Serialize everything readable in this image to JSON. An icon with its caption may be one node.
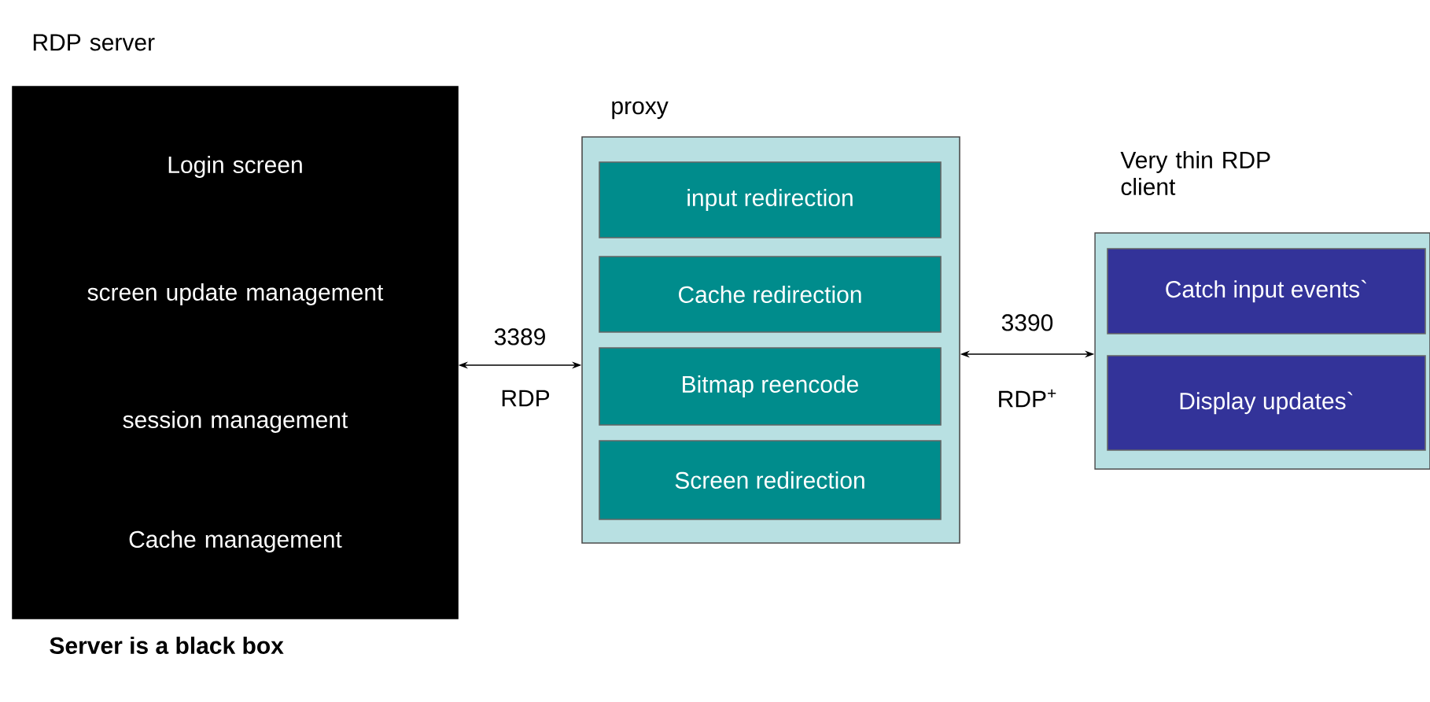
{
  "diagram": {
    "caption": "Server is a black box",
    "nodes": [
      {
        "text": [
          "RDP server",
          "Login screen",
          "screen update management",
          "session management",
          "Cache management"
        ]
      },
      {
        "text": [
          "proxy"
        ]
      },
      {
        "text": [
          "input redirection"
        ],
        "in": 1
      },
      {
        "text": [
          "Cache redirection"
        ],
        "in": 1
      },
      {
        "text": [
          "Bitmap reencode"
        ],
        "in": 1
      },
      {
        "text": [
          "Screen redirection"
        ],
        "in": 1
      },
      {
        "text": [
          "Very thin RDP client"
        ]
      },
      {
        "text": [
          "Catch input events`"
        ],
        "in": 6
      },
      {
        "text": [
          "Display updates`"
        ],
        "in": 6
      }
    ],
    "edges": [
      {
        "from": 0,
        "to": 1,
        "arrow": "both",
        "label": "3389"
      },
      {
        "from": 1,
        "to": 6,
        "arrow": "both",
        "label": "3390"
      }
    ],
    "labels": [
      "RDP",
      "RDP$^{+}$"
    ]
  }
}
